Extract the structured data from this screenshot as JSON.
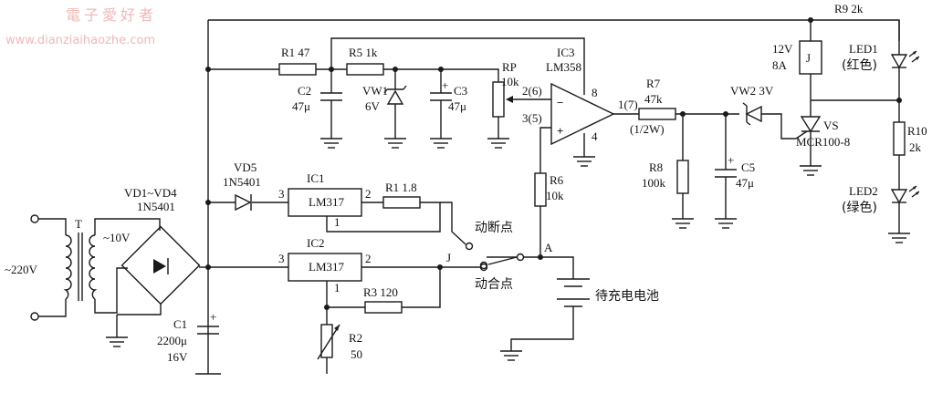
{
  "watermark": {
    "title": "電子愛好者",
    "url": "www.dianziaihaozhe.com"
  },
  "labels": {
    "mains": "~220V",
    "transformer": "T",
    "secondary": "~10V",
    "bridge_ref": "VD1~VD4",
    "bridge_part": "1N5401",
    "c1_ref": "C1",
    "c1_val": "2200μ",
    "c1_volt": "16V",
    "vd5_ref": "VD5",
    "vd5_part": "1N5401",
    "ic1_ref": "IC1",
    "ic1_part": "LM317",
    "ic2_ref": "IC2",
    "ic2_part": "LM317",
    "pin3a": "3",
    "pin2a": "2",
    "pin1a": "1",
    "pin3b": "3",
    "pin2b": "2",
    "pin1b": "1",
    "r1a": "R1  47",
    "r1b": "R1  1.8",
    "r5": "R5  1k",
    "c2_ref": "C2",
    "c2_val": "47μ",
    "vw1_ref": "VW1",
    "vw1_val": "6V",
    "c3_ref": "C3",
    "c3_val": "47μ",
    "rp_ref": "RP",
    "rp_val": "10k",
    "ic3_ref": "IC3",
    "ic3_part": "LM358",
    "pin_minus": "2(6)",
    "pin_plus": "3(5)",
    "pin8": "8",
    "pin4": "4",
    "pin_out": "1(7)",
    "r6_ref": "R6",
    "r6_val": "10k",
    "r3": "R3  120",
    "r2_ref": "R2",
    "r2_val": "50",
    "r7_ref": "R7",
    "r7_val": "47k",
    "r7_pwr": "(1/2W)",
    "r8_ref": "R8",
    "r8_val": "100k",
    "c5_ref": "C5",
    "c5_val": "47μ",
    "vw2": "VW2  3V",
    "vs_ref": "VS",
    "vs_part": "MCR100-8",
    "relay_v": "12V",
    "relay_a": "8A",
    "relay_j": "J",
    "r9": "R9  2k",
    "led1_ref": "LED1",
    "led1_col": "(红色)",
    "r10_ref": "R10",
    "r10_val": "2k",
    "led2_ref": "LED2",
    "led2_col": "(绿色)",
    "contact_nc": "动断点",
    "contact_no": "动合点",
    "contact_j": "J",
    "node_a": "A",
    "battery": "待充电电池",
    "plus_c1": "+",
    "plus_c3": "+",
    "plus_c5": "+",
    "op_minus": "−",
    "op_plus": "+"
  }
}
